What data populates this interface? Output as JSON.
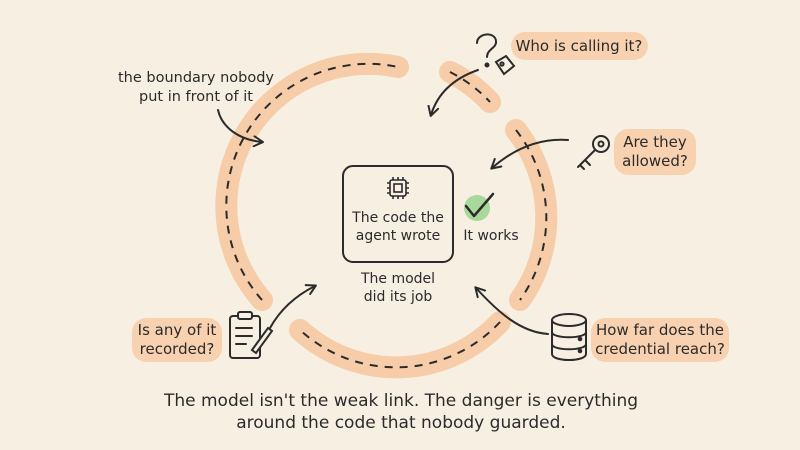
{
  "colors": {
    "background": "#f8efe3",
    "ring": "#f6cda8",
    "pill": "#f8d2b0",
    "ink": "#2b2b2b",
    "check": "#a8d99a"
  },
  "annotation": {
    "line1": "the boundary nobody",
    "line2": "put in front of it"
  },
  "center_box": {
    "icon": "chip-icon",
    "line1": "The code the",
    "line2": "agent wrote"
  },
  "check": {
    "icon": "checkmark-icon",
    "label": "It works"
  },
  "model_note": {
    "line1": "The model",
    "line2": "did its job"
  },
  "callouts": {
    "who": {
      "icon": "question-tag-icon",
      "line1": "Who is calling it?"
    },
    "allowed": {
      "icon": "key-icon",
      "line1": "Are they",
      "line2": "allowed?"
    },
    "recorded": {
      "icon": "clipboard-icon",
      "line1": "Is any of it",
      "line2": "recorded?"
    },
    "reach": {
      "icon": "database-icon",
      "line1": "How far does the",
      "line2": "credential reach?"
    }
  },
  "caption": {
    "line1": "The model isn't the weak link. The danger is everything",
    "line2": "around the code that nobody guarded."
  }
}
